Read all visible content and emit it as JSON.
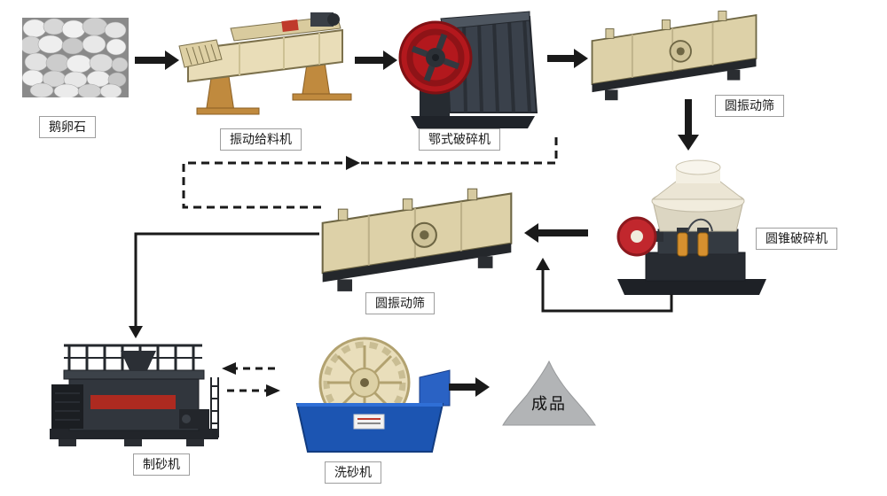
{
  "diagram": {
    "kind": "sand-making production line process flowchart",
    "nodes": {
      "pebbles": {
        "label": "鹅卵石"
      },
      "vibrating_feeder": {
        "label": "振动给料机"
      },
      "jaw_crusher": {
        "label": "鄂式破碎机"
      },
      "vibrating_screen_1": {
        "label": "圆振动筛"
      },
      "cone_crusher": {
        "label": "圆锥破碎机"
      },
      "vibrating_screen_2": {
        "label": "圆振动筛"
      },
      "sand_maker": {
        "label": "制砂机"
      },
      "sand_washer": {
        "label": "洗砂机"
      },
      "finished_product": {
        "label": "成品"
      }
    },
    "edges": [
      {
        "from": "pebbles",
        "to": "vibrating_feeder",
        "style": "solid-arrow"
      },
      {
        "from": "vibrating_feeder",
        "to": "jaw_crusher",
        "style": "solid-arrow"
      },
      {
        "from": "jaw_crusher",
        "to": "vibrating_screen_1",
        "style": "solid-arrow"
      },
      {
        "from": "vibrating_screen_1",
        "to": "cone_crusher",
        "style": "solid-arrow"
      },
      {
        "from": "cone_crusher",
        "to": "vibrating_screen_2",
        "style": "solid-arrow"
      },
      {
        "from": "vibrating_screen_2",
        "to": "sand_maker",
        "style": "solid-line-arrow"
      },
      {
        "from": "cone_crusher",
        "to": "vibrating_screen_2",
        "style": "solid-line-arrow-return"
      },
      {
        "from": "vibrating_screen_2",
        "to": "jaw_crusher",
        "style": "dashed-recycle-loop"
      },
      {
        "from": "sand_washer",
        "to": "sand_maker",
        "style": "dashed-arrow"
      },
      {
        "from": "sand_maker",
        "to": "sand_washer",
        "style": "dashed-arrow"
      },
      {
        "from": "sand_washer",
        "to": "finished_product",
        "style": "solid-arrow"
      }
    ],
    "colors": {
      "background": "#ffffff",
      "arrow": "#1a1a1a",
      "label_border": "#9e9e9e",
      "machine_cream": "#ddd1a8",
      "machine_dark": "#33383f",
      "accent_red": "#b3181d",
      "stand_tan": "#c08a3e",
      "washer_blue": "#1c55b2",
      "pile_gray": "#b2b4b6"
    }
  }
}
